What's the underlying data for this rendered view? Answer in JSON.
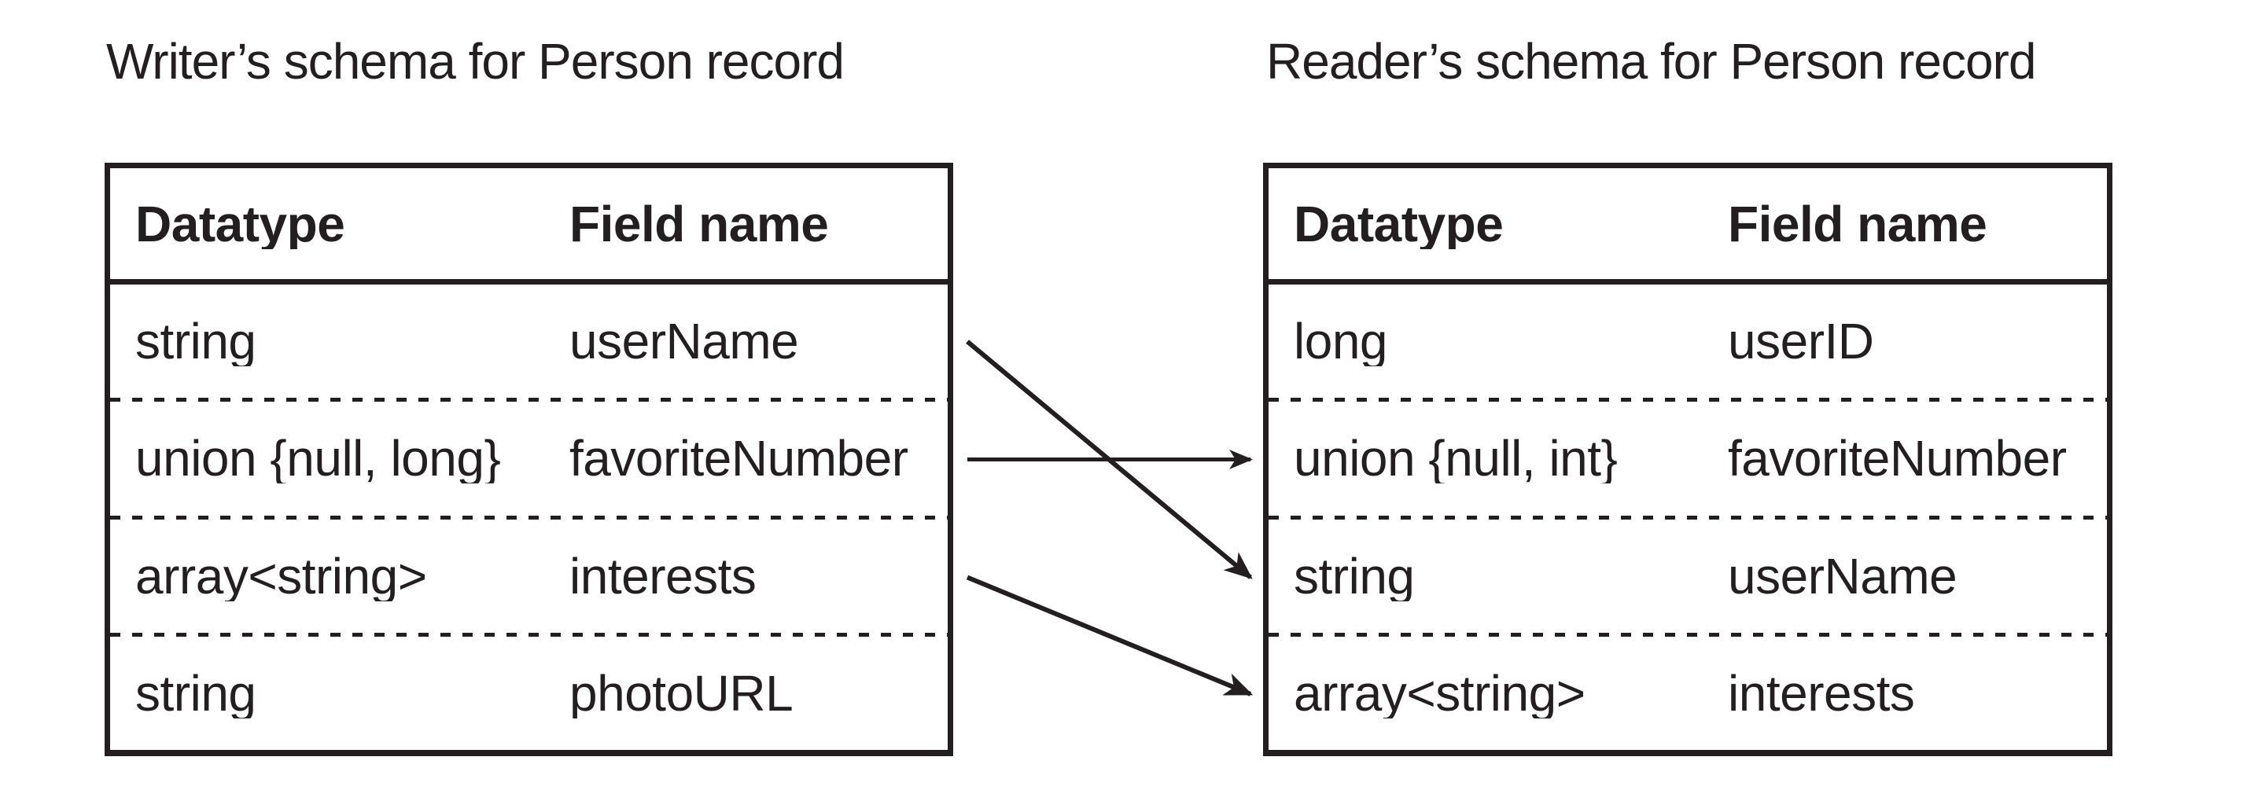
{
  "diagram": {
    "writer_schema": {
      "title": "Writer’s schema for Person record",
      "columns": [
        "Datatype",
        "Field name"
      ],
      "rows": [
        {
          "datatype": "string",
          "field": "userName"
        },
        {
          "datatype": "union {null, long}",
          "field": "favoriteNumber"
        },
        {
          "datatype": "array<string>",
          "field": "interests"
        },
        {
          "datatype": "string",
          "field": "photoURL"
        }
      ]
    },
    "reader_schema": {
      "title": "Reader’s schema for Person record",
      "columns": [
        "Datatype",
        "Field name"
      ],
      "rows": [
        {
          "datatype": "long",
          "field": "userID"
        },
        {
          "datatype": "union {null, int}",
          "field": "favoriteNumber"
        },
        {
          "datatype": "string",
          "field": "userName"
        },
        {
          "datatype": "array<string>",
          "field": "interests"
        }
      ]
    },
    "field_mappings": [
      {
        "field": "userName",
        "from_row": 0,
        "to_row": 2
      },
      {
        "field": "favoriteNumber",
        "from_row": 1,
        "to_row": 1
      },
      {
        "field": "interests",
        "from_row": 2,
        "to_row": 3
      }
    ],
    "colors": {
      "ink": "#231f20",
      "background": "#ffffff"
    }
  }
}
